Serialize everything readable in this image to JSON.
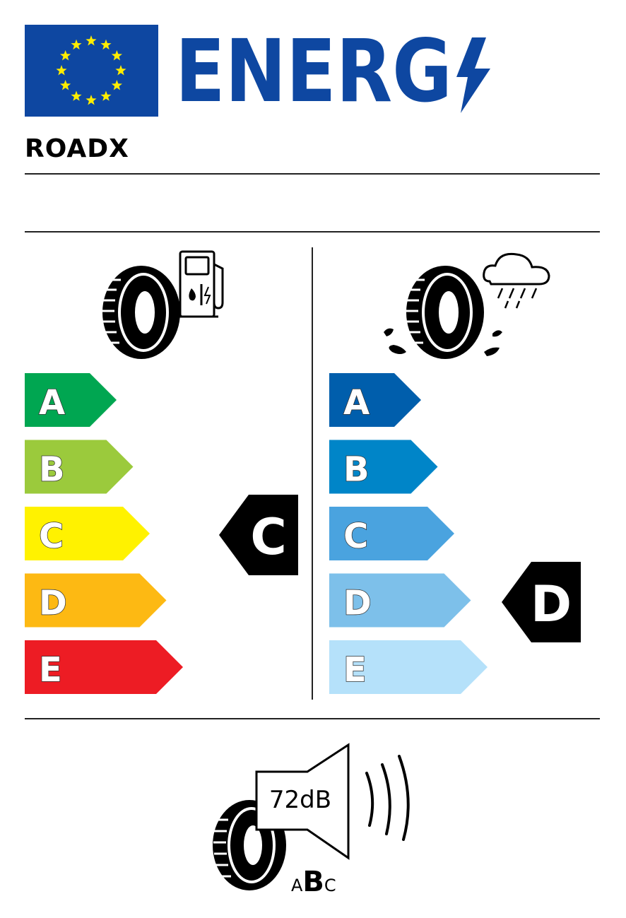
{
  "logo_text": "ENERG",
  "brand": "ROADX",
  "classes": [
    "A",
    "B",
    "C",
    "D",
    "E"
  ],
  "fuel": {
    "icon": "fuel-pump-icon",
    "rating": "C",
    "colors": [
      "#00a651",
      "#9bca3c",
      "#fff200",
      "#fdb913",
      "#ed1c24"
    ]
  },
  "wet_grip": {
    "icon": "rain-cloud-icon",
    "rating": "D",
    "colors": [
      "#005eac",
      "#0085c8",
      "#4aa3df",
      "#7dc0ea",
      "#b5e1fa"
    ]
  },
  "noise": {
    "value": "72dB",
    "classes": [
      "A",
      "B",
      "C"
    ],
    "selected": "B"
  },
  "colors": {
    "eu_blue": "#0e47a1",
    "star": "#ffed00",
    "logo_blue": "#0e47a1"
  }
}
